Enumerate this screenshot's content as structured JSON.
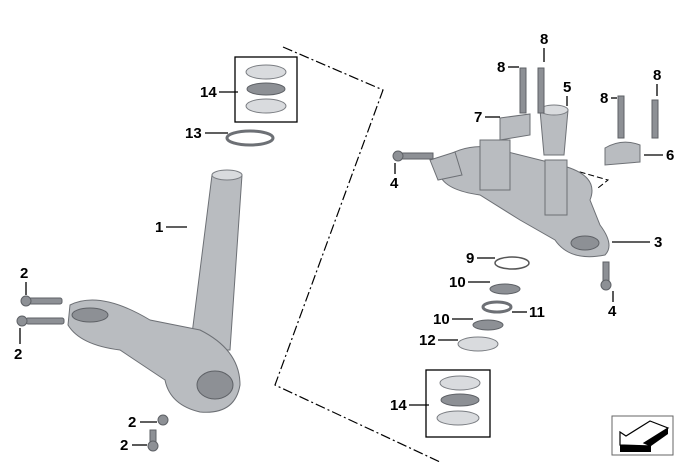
{
  "diagram": {
    "title": "Steering head bearing / fork bridge assembly",
    "callouts": {
      "c14a": "14",
      "c13": "13",
      "c1": "1",
      "c2a": "2",
      "c2b": "2",
      "c2c": "2",
      "c2d": "2",
      "c8a": "8",
      "c8b": "8",
      "c8c": "8",
      "c8d": "8",
      "c5": "5",
      "c7": "7",
      "c6": "6",
      "c4a": "4",
      "c3": "3",
      "c4b": "4",
      "c9": "9",
      "c10a": "10",
      "c11": "11",
      "c10b": "10",
      "c12": "12",
      "c14b": "14"
    },
    "icons": {
      "corner": "back-arrow-icon"
    },
    "colors": {
      "part": "#b9bcc0",
      "outline": "#000000"
    }
  }
}
